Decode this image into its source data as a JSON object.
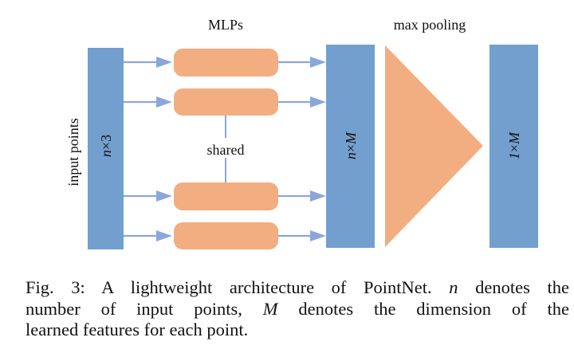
{
  "figure": {
    "titles": {
      "mlps": "MLPs",
      "max_pooling": "max pooling"
    },
    "input_label": "input points",
    "shared_label": "shared",
    "blocks": {
      "input": {
        "var": "n",
        "times": "×",
        "dim": "3"
      },
      "features": {
        "var": "n",
        "times": "×",
        "dim": "M"
      },
      "global": {
        "var": "1",
        "times": "×",
        "dim": "M"
      }
    },
    "mlp_count": 4,
    "colors": {
      "block": "#739fce",
      "mlp": "#f2ae80",
      "arrow": "#8aa7dc"
    }
  },
  "caption": {
    "line1_a": "Fig. 3: A lightweight architecture of PointNet. ",
    "line1_var": "n",
    "line1_b": " denotes the",
    "line2_a": "number of input points, ",
    "line2_var": "M",
    "line2_b": " denotes the dimension of the",
    "line3": "learned features for each point."
  }
}
